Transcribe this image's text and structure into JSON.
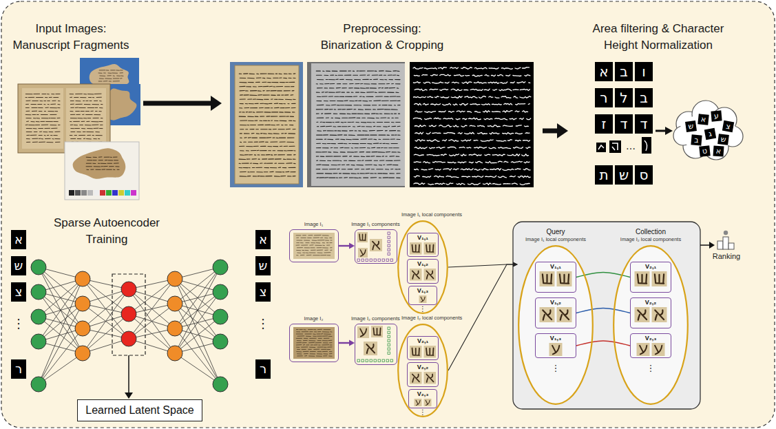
{
  "diagram": {
    "nodes": [
      {
        "text": [
          "Input Images: Manuscript Fragments"
        ]
      },
      {
        "text": [
          "Preprocessing: Binarization & Cropping"
        ]
      },
      {
        "text": [
          "Area filtering & Character Height Normalization"
        ]
      },
      {
        "text": [
          "Sparse Autoencoder Training"
        ]
      },
      {
        "text": [
          "Learned Latent Space"
        ]
      },
      {
        "text": [
          "Image I₁"
        ]
      },
      {
        "text": [
          "Image I₁ components"
        ]
      },
      {
        "text": [
          "Image I₁ local components"
        ]
      },
      {
        "text": [
          "V₁,₁"
        ],
        "in": 7
      },
      {
        "text": [
          "V₁,₂"
        ],
        "in": 7
      },
      {
        "text": [
          "V₁,₃"
        ],
        "in": 7
      },
      {
        "text": [
          "Image I₂"
        ]
      },
      {
        "text": [
          "Image I₂ components"
        ]
      },
      {
        "text": [
          "Image I₂ local components"
        ]
      },
      {
        "text": [
          "V₂,₁"
        ],
        "in": 13
      },
      {
        "text": [
          "V₂,₂"
        ],
        "in": 13
      },
      {
        "text": [
          "V₂,₃"
        ],
        "in": 13
      },
      {
        "text": [
          "Query",
          "Image I₁ local components"
        ]
      },
      {
        "text": [
          "V₁,₁"
        ],
        "in": 17
      },
      {
        "text": [
          "V₁,₂"
        ],
        "in": 17
      },
      {
        "text": [
          "V₁,₃"
        ],
        "in": 17
      },
      {
        "text": [
          "Collection",
          "Image I₂ local components"
        ]
      },
      {
        "text": [
          "V₂,₁"
        ],
        "in": 21
      },
      {
        "text": [
          "V₂,₂"
        ],
        "in": 21
      },
      {
        "text": [
          "V₂,₃"
        ],
        "in": 21
      }
    ],
    "edges": [
      {
        "from": 0,
        "to": 1,
        "arrow": "to"
      },
      {
        "from": 1,
        "to": 2,
        "arrow": "to"
      },
      {
        "from": 5,
        "to": 6,
        "arrow": "to"
      },
      {
        "from": 11,
        "to": 12,
        "arrow": "to"
      },
      {
        "from": 7,
        "to": 17,
        "arrow": "to"
      },
      {
        "from": 13,
        "to": 17,
        "arrow": "to"
      },
      {
        "from": 18,
        "to": 22,
        "arrow": "none"
      },
      {
        "from": 19,
        "to": 23,
        "arrow": "none"
      },
      {
        "from": 20,
        "to": 24,
        "arrow": "none"
      }
    ],
    "labels": [
      "א",
      "ב",
      "ו",
      "ר",
      "ל",
      "ב",
      "ז",
      "ד",
      "ד",
      "…",
      "ת",
      "ש",
      "ס",
      "ש",
      "א",
      "ע",
      "צ",
      "ב",
      "ג",
      "ש",
      "ט",
      "א",
      "א",
      "ש",
      "צ",
      "⋮",
      "ר",
      "א",
      "ש",
      "צ",
      "⋮",
      "ר",
      "⋮",
      "⋮",
      "⋮",
      "⋮",
      "Ranking"
    ]
  }
}
